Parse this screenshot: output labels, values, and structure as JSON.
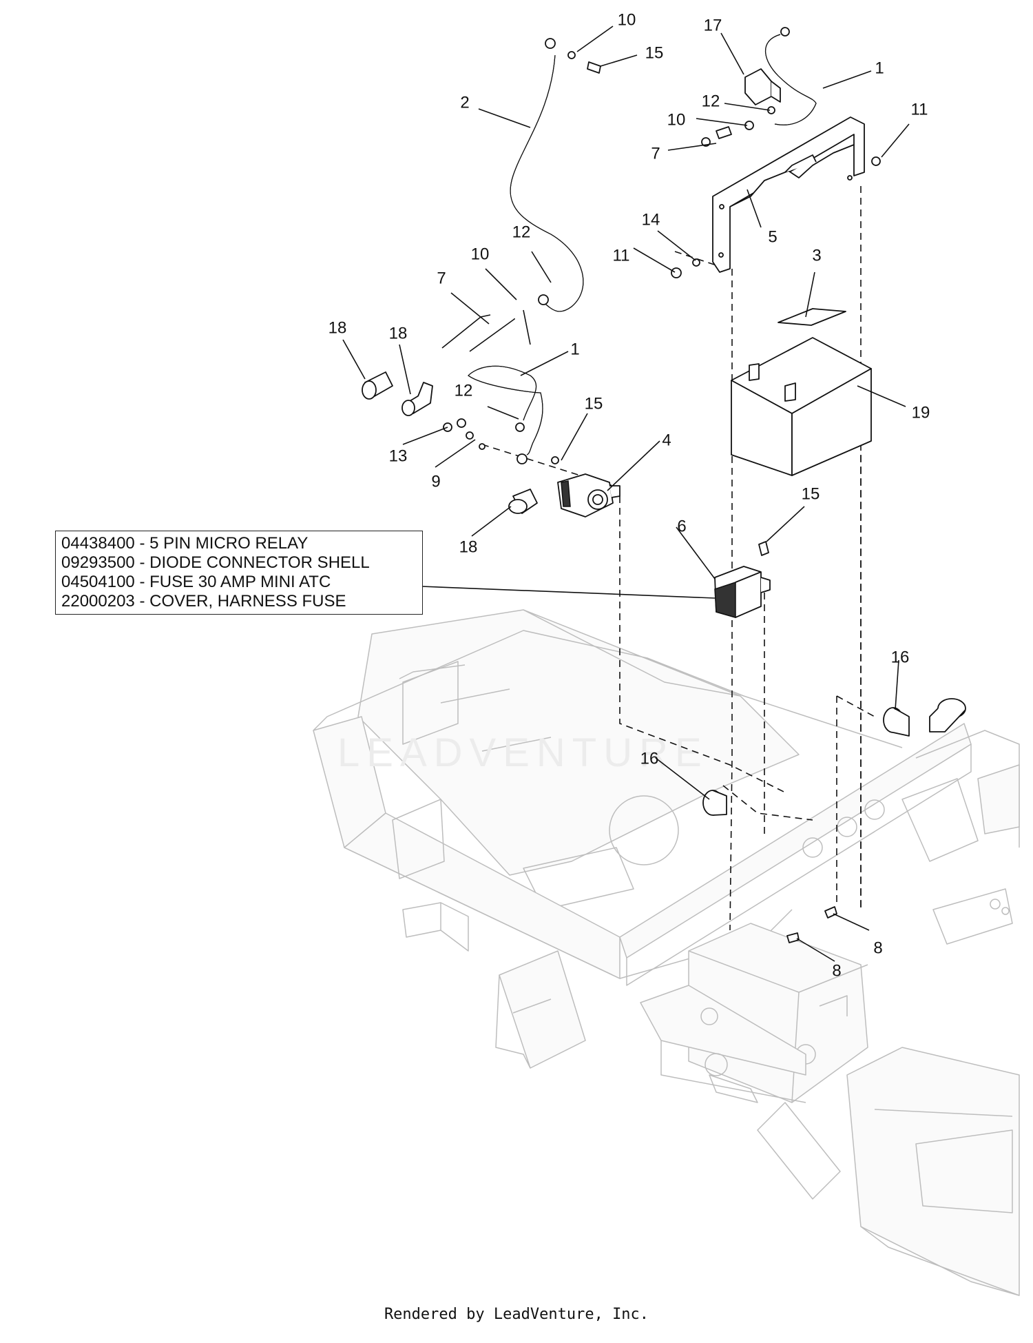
{
  "diagram": {
    "callouts": [
      "10",
      "15",
      "17",
      "1",
      "2",
      "12",
      "10",
      "7",
      "11",
      "5",
      "14",
      "11",
      "3",
      "12",
      "10",
      "7",
      "18",
      "18",
      "1",
      "12",
      "15",
      "4",
      "19",
      "13",
      "9",
      "15",
      "6",
      "18",
      "16",
      "16",
      "8",
      "8"
    ],
    "note_lines": [
      "04438400 - 5 PIN MICRO RELAY",
      "09293500 - DIODE CONNECTOR SHELL",
      "04504100 - FUSE 30 AMP MINI ATC",
      "22000203 - COVER, HARNESS FUSE"
    ],
    "watermark": "LEADVENTURE",
    "footer": "Rendered by LeadVenture, Inc."
  }
}
